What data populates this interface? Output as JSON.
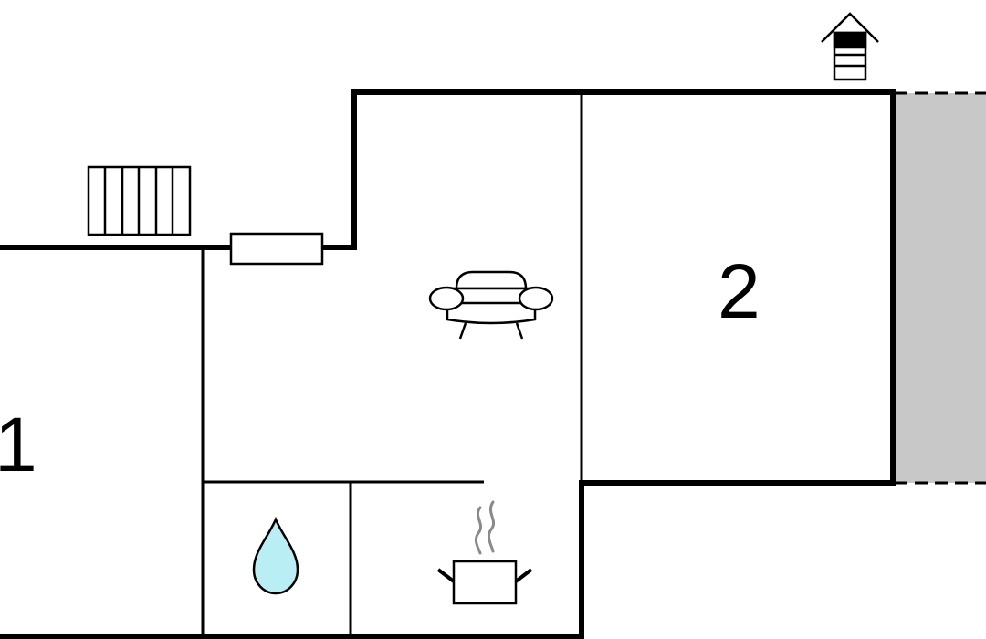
{
  "rooms": [
    {
      "id": "bedroom-1",
      "label": "1"
    },
    {
      "id": "bedroom-2",
      "label": "2"
    }
  ],
  "icons": {
    "radiator": "radiator-icon",
    "wall_heater": "wall-heater-icon",
    "sofa": "sofa-icon",
    "bathroom": "water-drop-icon",
    "kitchen": "cooking-pot-icon",
    "fireplace": "chimney-icon",
    "terrace": "terrace-area"
  },
  "colors": {
    "wall": "#000000",
    "water": "#b8eef4",
    "terrace": "#c8c8c8",
    "steam": "#8a8a8a"
  }
}
